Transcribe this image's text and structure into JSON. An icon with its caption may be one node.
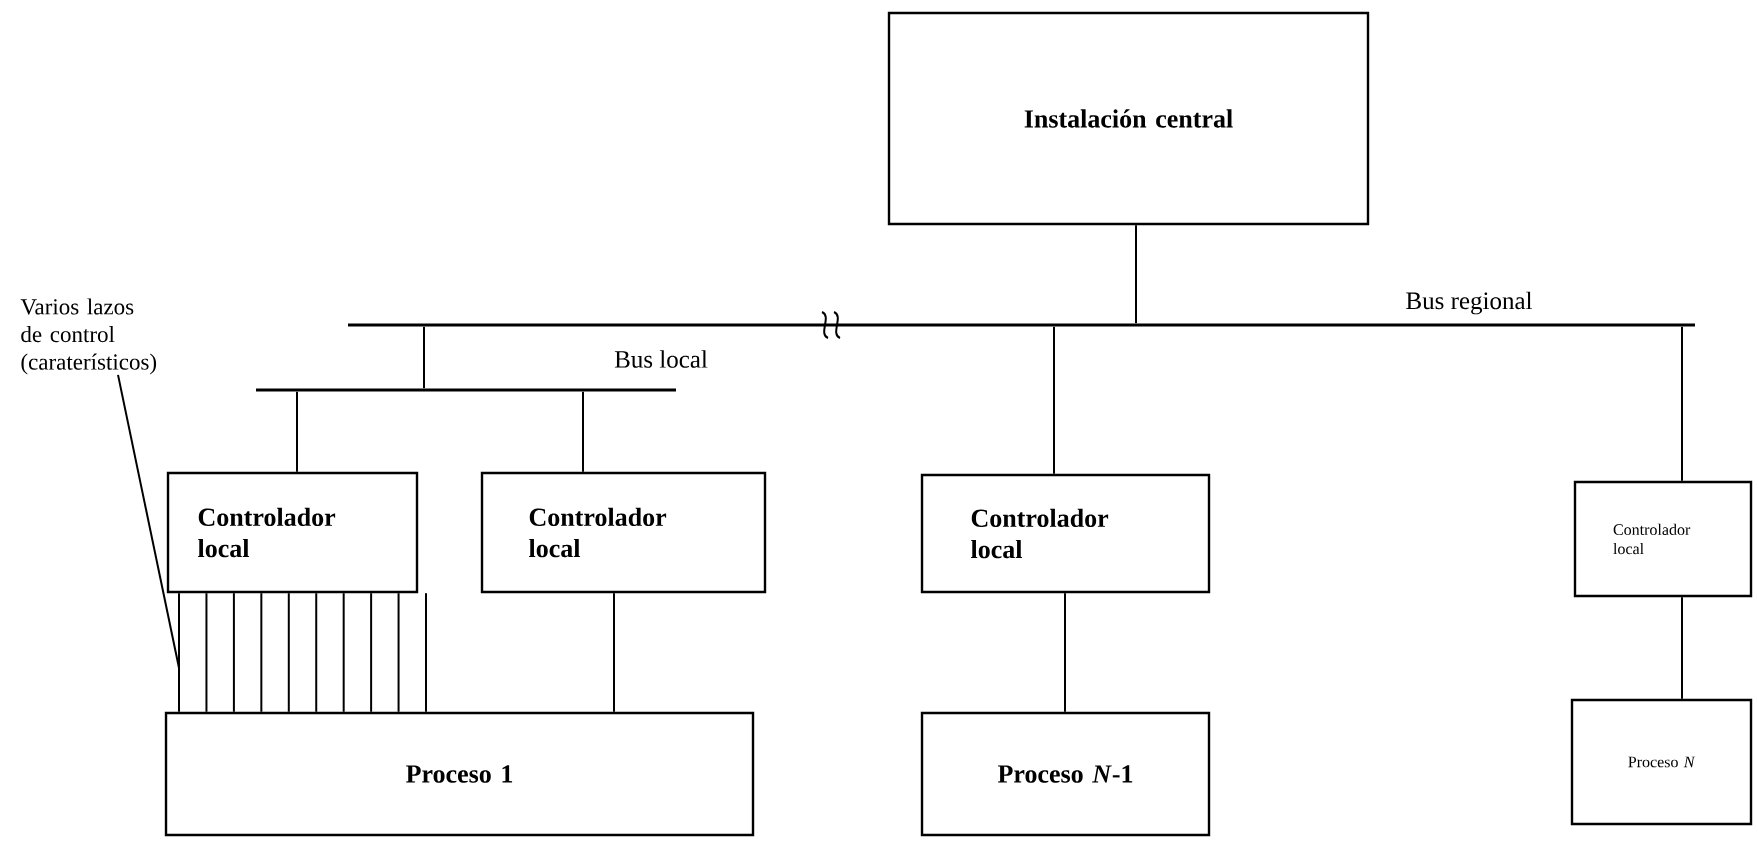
{
  "diagram": {
    "nodes": [
      {
        "text": [
          "Instalación central"
        ]
      },
      {
        "text": [],
        "shape": "bar",
        "beside": [
          "Bus regional"
        ]
      },
      {
        "text": [
          "Varios lazos de control (caraterísticos)"
        ]
      },
      {
        "text": [],
        "shape": "bar",
        "beside": [
          "Bus local"
        ]
      },
      {
        "text": [
          "Controlador local"
        ]
      },
      {
        "text": [
          "Controlador local"
        ]
      },
      {
        "text": [
          "Controlador local"
        ]
      },
      {
        "text": [
          "Controlador local"
        ]
      },
      {
        "text": [
          "Proceso 1"
        ]
      },
      {
        "text": [
          "Proceso *N*-1"
        ]
      },
      {
        "text": [
          "Proceso *N*"
        ]
      }
    ],
    "edges": [
      {
        "from": 0,
        "to": 1,
        "arrow": "none"
      },
      {
        "from": 1,
        "to": 3,
        "arrow": "none"
      },
      {
        "from": 3,
        "to": 4,
        "arrow": "none"
      },
      {
        "from": 3,
        "to": 5,
        "arrow": "none"
      },
      {
        "from": 1,
        "to": 6,
        "arrow": "none"
      },
      {
        "from": 1,
        "to": 7,
        "arrow": "none"
      },
      {
        "from": 5,
        "to": 8,
        "arrow": "none"
      },
      {
        "from": 6,
        "to": 9,
        "arrow": "none"
      },
      {
        "from": 7,
        "to": 10,
        "arrow": "none"
      },
      {
        "from": 4,
        "to": 8,
        "arrow": "none"
      },
      {
        "from": 4,
        "to": 8,
        "arrow": "none"
      },
      {
        "from": 4,
        "to": 8,
        "arrow": "none"
      },
      {
        "from": 4,
        "to": 8,
        "arrow": "none"
      },
      {
        "from": 4,
        "to": 8,
        "arrow": "none"
      },
      {
        "from": 4,
        "to": 8,
        "arrow": "none"
      },
      {
        "from": 4,
        "to": 8,
        "arrow": "none"
      },
      {
        "from": 4,
        "to": 8,
        "arrow": "none"
      },
      {
        "from": 4,
        "to": 8,
        "arrow": "none"
      },
      {
        "from": 4,
        "to": 8,
        "arrow": "none"
      },
      {
        "from": 2,
        "to": null,
        "arrow": "none"
      }
    ]
  }
}
